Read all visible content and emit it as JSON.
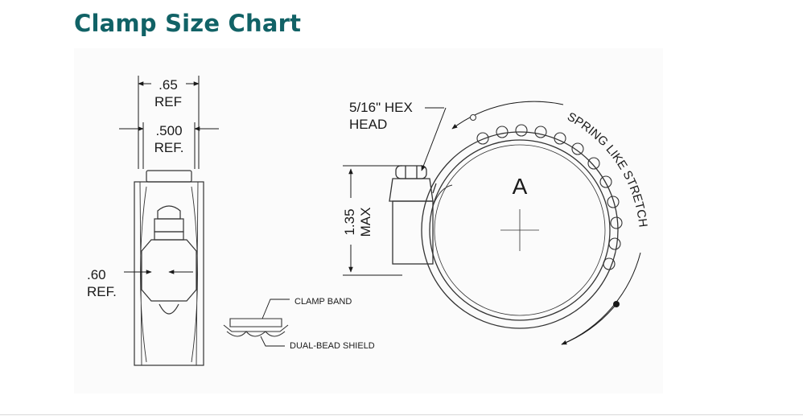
{
  "page": {
    "title": "Clamp Size Chart"
  },
  "diagram": {
    "side_view": {
      "dim_top": {
        "value": ".65",
        "ref": "REF"
      },
      "dim_mid": {
        "value": ".500",
        "ref": "REF."
      },
      "dim_side": {
        "value": ".60",
        "ref": "REF."
      }
    },
    "section_detail": {
      "band_label": "CLAMP BAND",
      "shield_label": "DUAL-BEAD SHIELD"
    },
    "front_view": {
      "hex_label_line1": "5/16\" HEX",
      "hex_label_line2": "HEAD",
      "height_value": "1.35",
      "height_note": "MAX",
      "diameter_label": "A",
      "stretch_label": "SPRING LIKE STRETCH"
    }
  }
}
